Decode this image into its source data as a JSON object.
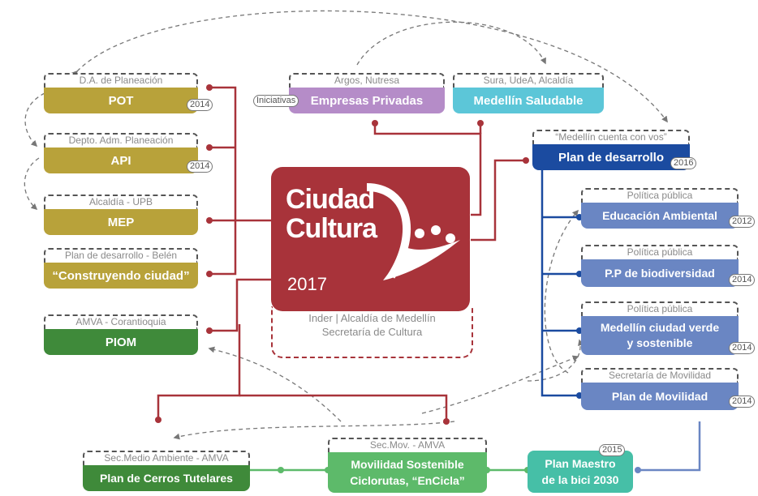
{
  "colors": {
    "red": "#a8333a",
    "navy": "#1b4ba0",
    "blue": "#6a86c3",
    "olive": "#b8a23a",
    "dark_green": "#3f8a3a",
    "light_green": "#5dba6a",
    "teal": "#46bfa7",
    "purple": "#b58cc8",
    "cyan": "#5cc6d8"
  },
  "center": {
    "title_line1": "Ciudad",
    "title_line2": "Cultura",
    "year": "2017",
    "sub_line1": "Inder | Alcaldía de Medellín",
    "sub_line2": "Secretaría de Cultura"
  },
  "left": [
    {
      "header": "D.A. de Planeación",
      "label": "POT",
      "year": "2014"
    },
    {
      "header": "Depto. Adm. Planeación",
      "label": "API",
      "year": "2014"
    },
    {
      "header": "Alcaldía - UPB",
      "label": "MEP"
    },
    {
      "header": "Plan de desarrollo - Belén",
      "label": "“Construyendo ciudad”"
    },
    {
      "header": "AMVA - Corantioquia",
      "label": "PIOM"
    }
  ],
  "top": [
    {
      "header": "Argos, Nutresa",
      "label": "Empresas Privadas",
      "tag": "Iniciativas"
    },
    {
      "header": "Sura, UdeA, Alcaldía",
      "label": "Medellín Saludable"
    }
  ],
  "plan": {
    "header": "“Medellín cuenta con vos”",
    "label": "Plan de desarrollo",
    "year": "2016"
  },
  "right": [
    {
      "header": "Política pública",
      "label": "Educación Ambiental",
      "year": "2012"
    },
    {
      "header": "Política pública",
      "label": "P.P de biodiversidad",
      "year": "2014"
    },
    {
      "header": "Política pública",
      "label_line1": "Medellín ciudad verde",
      "label_line2": "y sostenible",
      "year": "2014"
    },
    {
      "header": "Secretaría de Movilidad",
      "label": "Plan de Movilidad",
      "year": "2014"
    }
  ],
  "bottom": [
    {
      "header": "Sec.Medio Ambiente - AMVA",
      "label": "Plan de Cerros Tutelares"
    },
    {
      "header": "Sec.Mov. - AMVA",
      "label_line1": "Movilidad Sostenible",
      "label_line2": "Ciclorutas, “EnCicla”"
    },
    {
      "label_line1": "Plan Maestro",
      "label_line2": "de la bici 2030",
      "year": "2015"
    }
  ]
}
